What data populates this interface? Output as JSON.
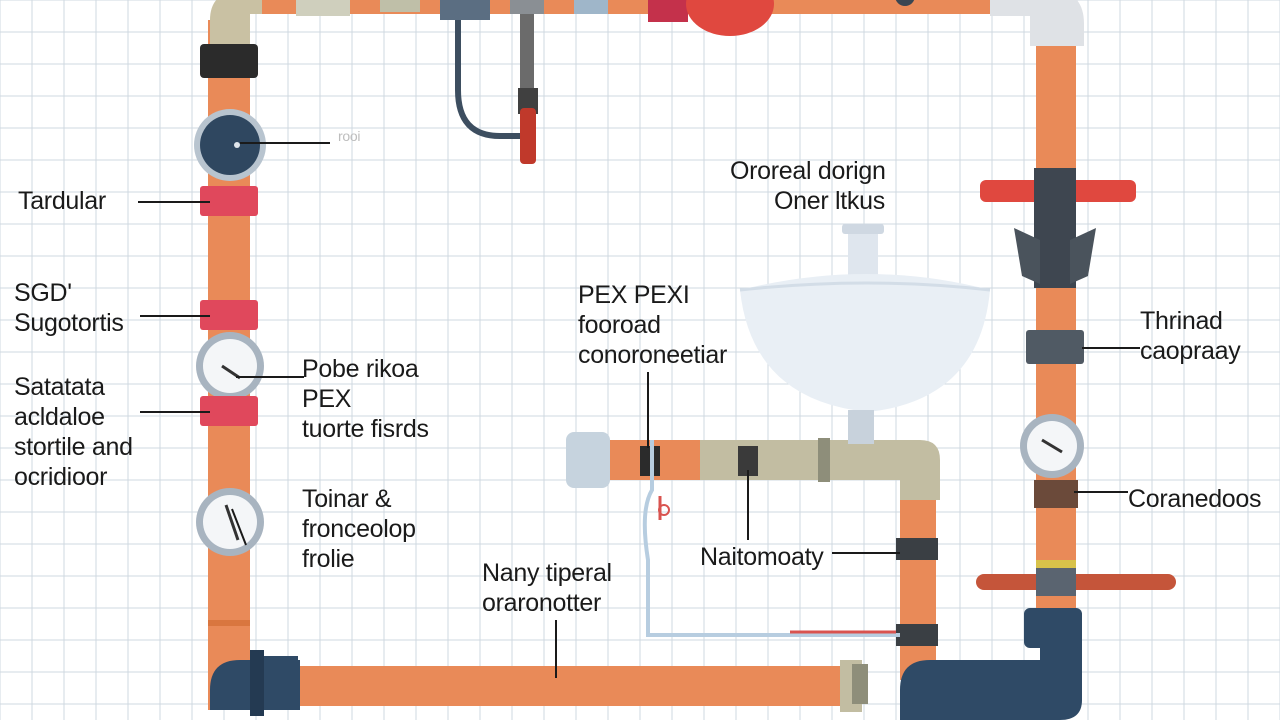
{
  "diagram": {
    "colors": {
      "background": "#ffffff",
      "grid": "#cfd8e0",
      "pipe": "#e98a58",
      "pipe_dark": "#d9763f",
      "drain": "#2f4a66",
      "pvc": "#c2bda2",
      "connector_red": "#e0485c",
      "valve_red": "#e0483f",
      "gauge_face": "#f4f6f8",
      "gauge_rim": "#a8b4c0",
      "fitting_gray": "#6f7a84",
      "basin": "#e9eff5"
    },
    "icons": [
      "pressure-gauge-icon",
      "shutoff-valve-icon",
      "faucet-icon",
      "sink-basin-icon",
      "pipe-clamp-icon"
    ],
    "faint_text": "rooi",
    "labels": {
      "tardular": "Tardular",
      "sgd_supports": [
        "SGD'",
        "Sugotortis"
      ],
      "satatata": [
        "Satatata",
        "acldaloe",
        "stortile and",
        "ocridioor"
      ],
      "pobe_pex": [
        "Pobe rikoa",
        "PEX",
        "tuorte fisrds"
      ],
      "toinar": [
        "Toinar &",
        "fronceolop",
        "frolie"
      ],
      "pex_fooroad": [
        "PEX PEXI",
        "fooroad",
        "conoroneetiar"
      ],
      "oroeal_design": [
        "Ororeal dorign",
        "Oner ltkus"
      ],
      "thrinad": [
        "Thrinad",
        "caopraay"
      ],
      "coranedoos": "Coranedoos",
      "naitomoaty": "Naitomoaty",
      "nany_tiperal": [
        "Nany tiperal",
        "oraronotter"
      ]
    }
  }
}
